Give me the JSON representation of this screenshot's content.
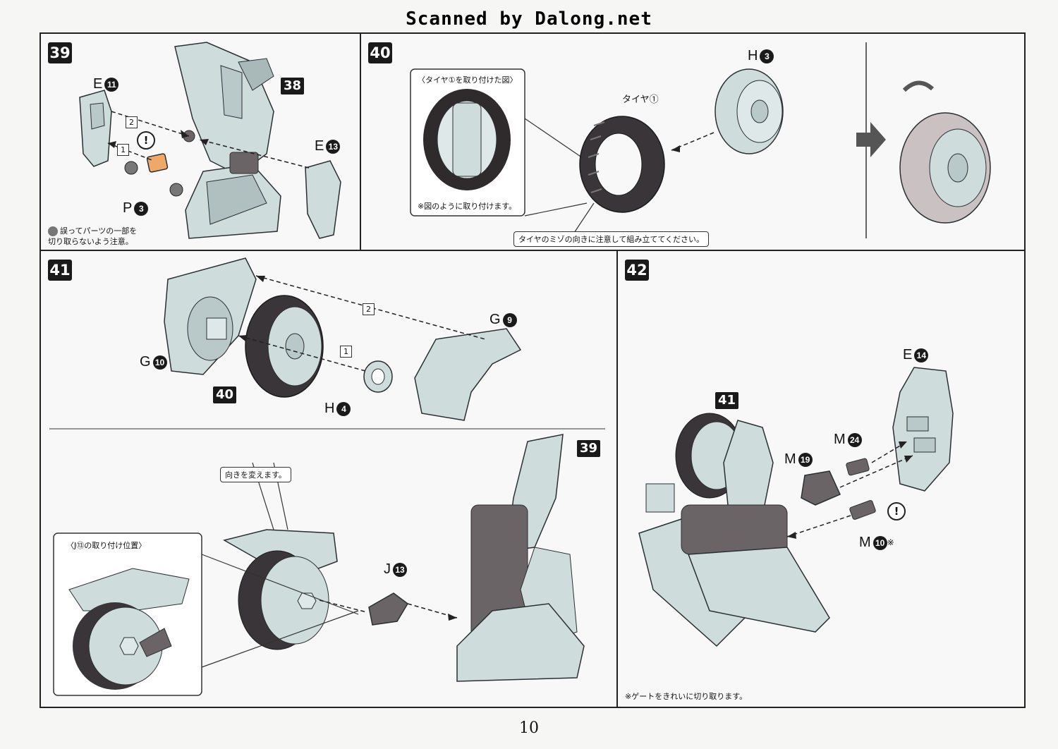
{
  "header": {
    "scan_credit": "Scanned by Dalong.net"
  },
  "page_number": "10",
  "steps": {
    "s39": {
      "number": "39",
      "ref_prev": "38",
      "labels": {
        "e11_letter": "E",
        "e11_num": "11",
        "e13_letter": "E",
        "e13_num": "13",
        "p3_letter": "P",
        "p3_num": "3"
      },
      "order": [
        "2",
        "1"
      ],
      "warning_glyph": "!",
      "note": "誤ってパーツの一部を\n切り取らないよう注意。"
    },
    "s40": {
      "number": "40",
      "inset_title": "〈タイヤ①を取り付けた図〉",
      "inset_note": "※図のように取り付けます。",
      "tire_label": "タイヤ①",
      "h3_letter": "H",
      "h3_num": "3",
      "groove_note": "タイヤのミゾの向きに注意して組み立ててください。"
    },
    "s41": {
      "number": "41",
      "ref_40": "40",
      "ref_39": "39",
      "g10_letter": "G",
      "g10_num": "10",
      "g9_letter": "G",
      "g9_num": "9",
      "h4_letter": "H",
      "h4_num": "4",
      "j13_letter": "J",
      "j13_num": "13",
      "order": [
        "2",
        "1"
      ],
      "turn_note": "向きを変えます。",
      "position_title": "〈J⑬の取り付け位置〉"
    },
    "s42": {
      "number": "42",
      "ref_41": "41",
      "e14_letter": "E",
      "e14_num": "14",
      "m24_letter": "M",
      "m24_num": "24",
      "m19_letter": "M",
      "m19_num": "19",
      "m10_letter": "M",
      "m10_num": "10",
      "m10_mark": "※",
      "warning_glyph": "!",
      "gate_note": "※ゲートをきれいに切り取ります。"
    }
  },
  "colors": {
    "part_fill": "#cfdcdc",
    "part_stroke": "#2a2f33",
    "tire": "#3a3538",
    "accent_orange": "#f0a868",
    "frame_dark": "#6b6466"
  }
}
